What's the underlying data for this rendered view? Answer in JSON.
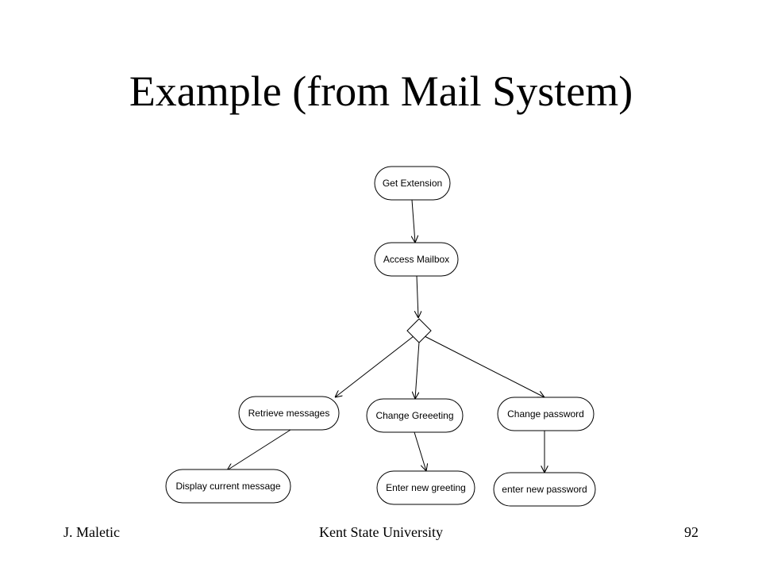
{
  "title": "Example (from Mail System)",
  "diagram": {
    "nodes": {
      "get_extension": "Get Extension",
      "access_mailbox": "Access Mailbox",
      "retrieve_messages": "Retrieve messages",
      "change_greeting": "Change Greeeting",
      "change_password": "Change password",
      "display_current_message": "Display current message",
      "enter_new_greeting": "Enter new greeting",
      "enter_new_password": "enter new password"
    }
  },
  "footer": {
    "author": "J. Maletic",
    "institution": "Kent State University",
    "page_number": "92"
  }
}
